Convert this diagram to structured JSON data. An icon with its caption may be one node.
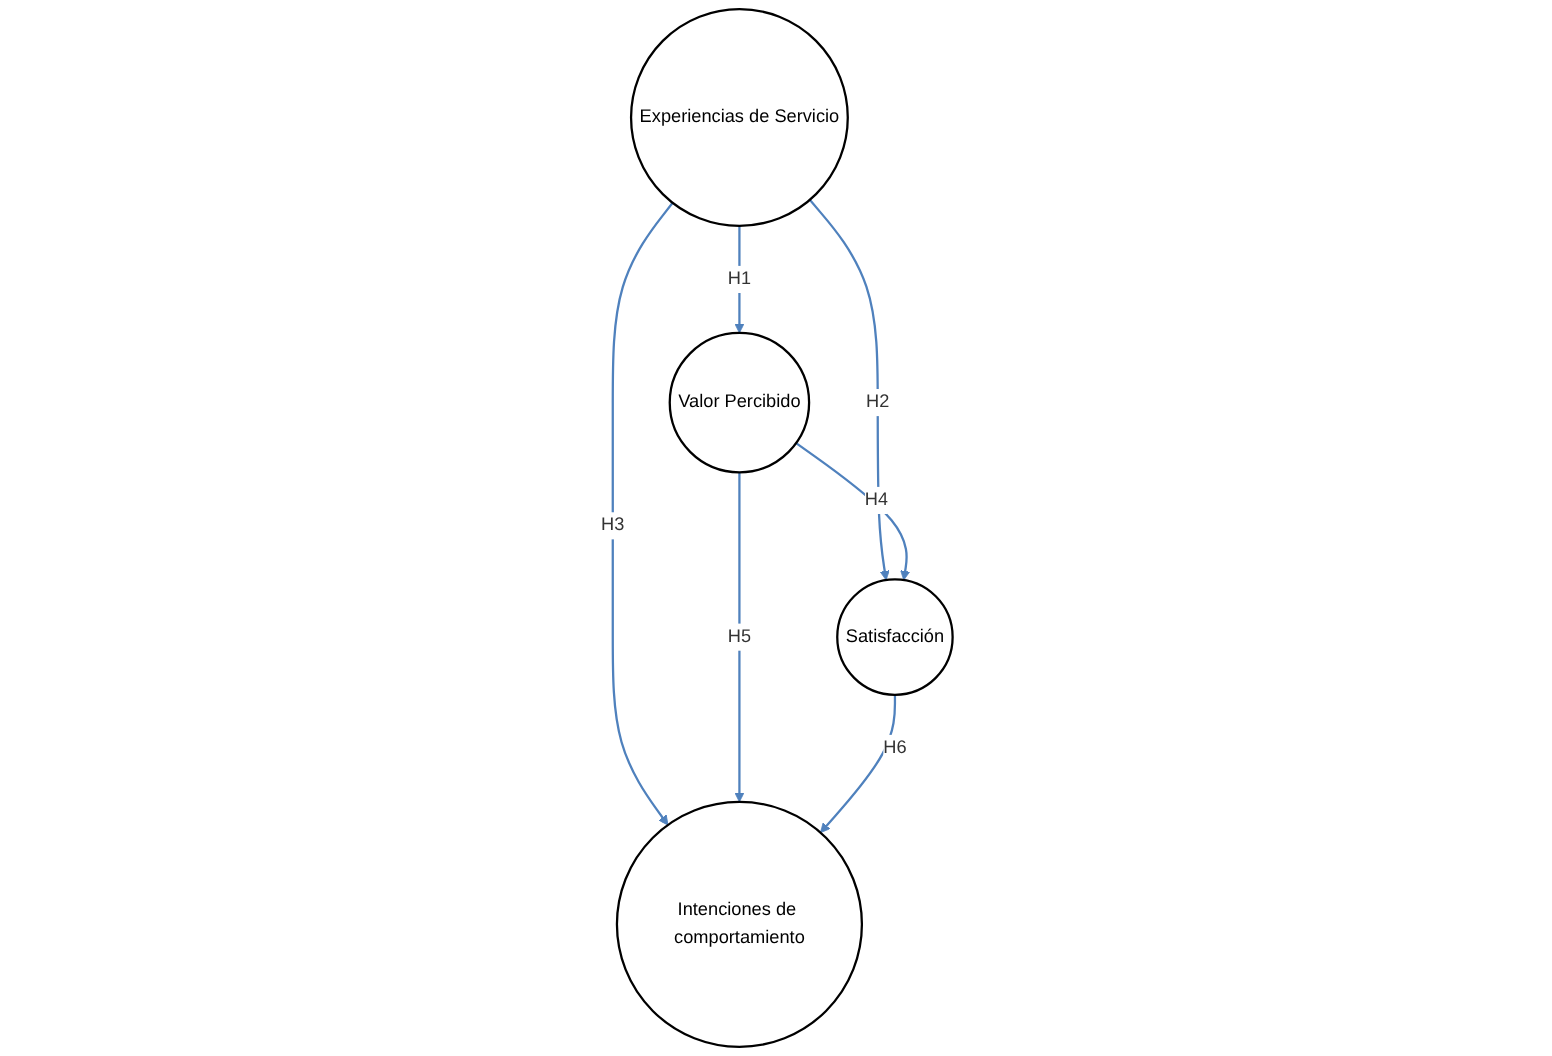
{
  "diagram": {
    "nodes": [
      {
        "text": [
          "Experiencias de Servicio"
        ]
      },
      {
        "text": [
          "Intenciones de comportamiento"
        ]
      },
      {
        "text": [
          "Valor Percibido"
        ]
      },
      {
        "text": [
          "Satisfacción"
        ]
      }
    ],
    "edges": [
      {
        "from": 0,
        "to": 2,
        "arrow": "to",
        "label": "H1"
      },
      {
        "from": 0,
        "to": 3,
        "arrow": "to",
        "label": "H2"
      },
      {
        "from": 0,
        "to": 1,
        "arrow": "to",
        "label": "H3"
      },
      {
        "from": 2,
        "to": 3,
        "arrow": "to",
        "label": "H4"
      },
      {
        "from": 2,
        "to": 1,
        "arrow": "to",
        "label": "H5"
      },
      {
        "from": 3,
        "to": 1,
        "arrow": "to",
        "label": "H6"
      }
    ]
  }
}
